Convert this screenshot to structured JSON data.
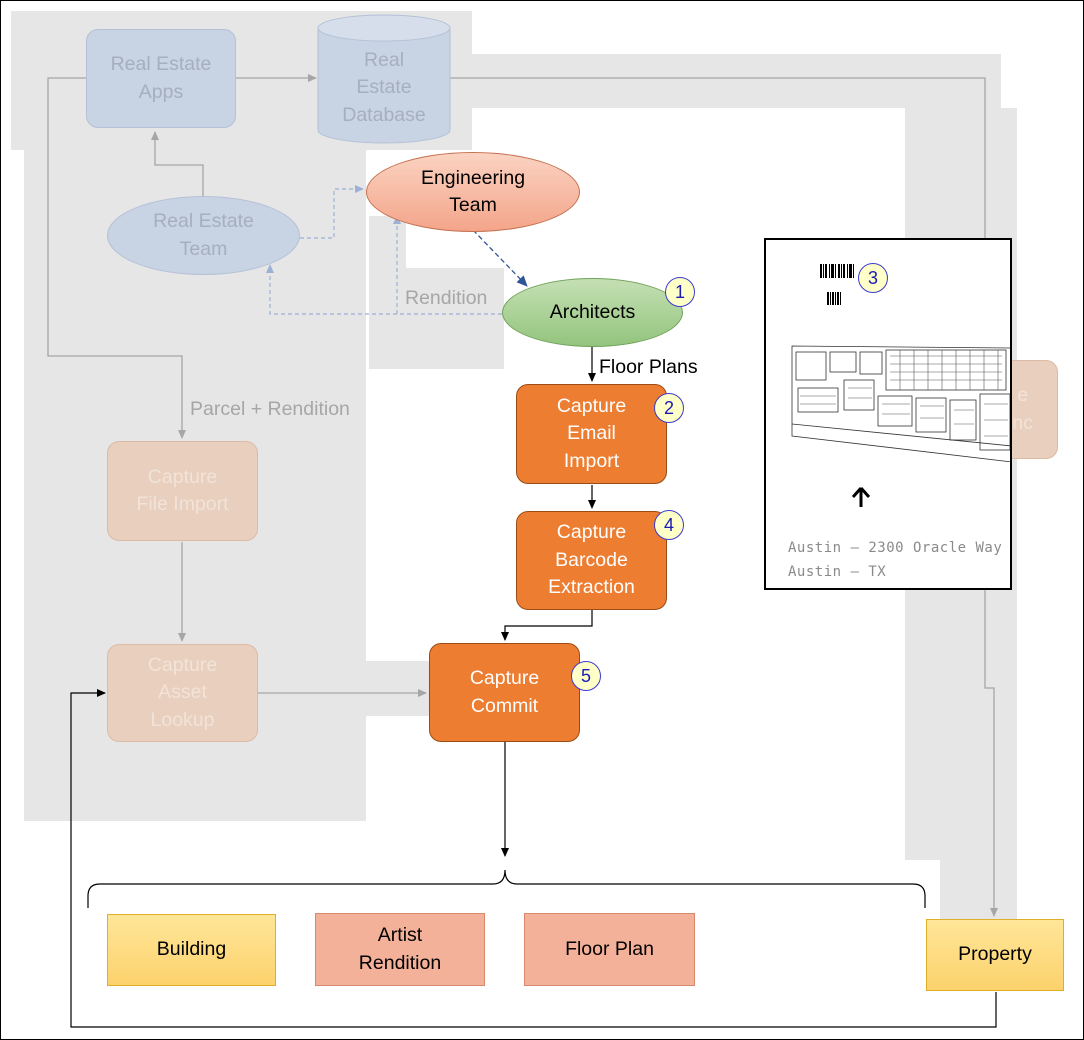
{
  "nodes": {
    "real_estate_apps": "Real Estate\nApps",
    "real_estate_database": "Real\nEstate\nDatabase",
    "real_estate_team": "Real Estate\nTeam",
    "engineering_team": "Engineering\nTeam",
    "architects": "Architects",
    "capture_email_import": "Capture\nEmail\nImport",
    "capture_barcode_extraction": "Capture\nBarcode\nExtraction",
    "capture_commit": "Capture\nCommit",
    "capture_file_import": "Capture\nFile Import",
    "capture_asset_lookup": "Capture\nAsset\nLookup",
    "partial_hidden_box": "e\nnc",
    "building": "Building",
    "artist_rendition": "Artist\nRendition",
    "floor_plan": "Floor Plan",
    "property": "Property"
  },
  "edge_labels": {
    "floor_plans": "Floor Plans",
    "rendition": "Rendition",
    "parcel_rendition": "Parcel + Rendition"
  },
  "badges": [
    "1",
    "2",
    "3",
    "4",
    "5"
  ],
  "floor_plan_doc": {
    "address_line1": "Austin  —  2300 Oracle Way",
    "address_line2": "Austin  —  TX"
  },
  "colors": {
    "capture_orange": "#ed7d31",
    "faded_blue": "#c8d3e3",
    "faded_tan": "#e9cfbd",
    "yellow": "#ffe699",
    "salmon": "#f4b19a",
    "architect_green": "#a9d18e",
    "engineering_peach": "#f8cbad",
    "gray_overlay": "#e6e6e6",
    "dashed_blue": "#2f5597"
  }
}
